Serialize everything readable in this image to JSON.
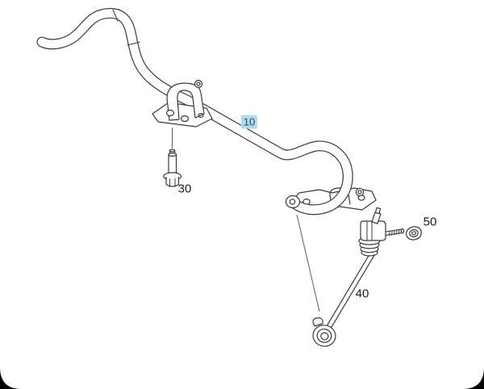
{
  "page": {
    "background": "#ffffff",
    "line_color": "#3a3a3a",
    "leader_color": "#5c5c5c",
    "corner_mask_color": "#000000"
  },
  "diagram": {
    "parts": [
      {
        "label": "10",
        "highlighted": true
      },
      {
        "label": "30",
        "highlighted": false
      },
      {
        "label": "40",
        "highlighted": false
      },
      {
        "label": "50",
        "highlighted": false
      }
    ],
    "highlight": {
      "bg": "#b5d9e8",
      "text": "#14536d"
    },
    "label_color": "#1b1b1b"
  }
}
